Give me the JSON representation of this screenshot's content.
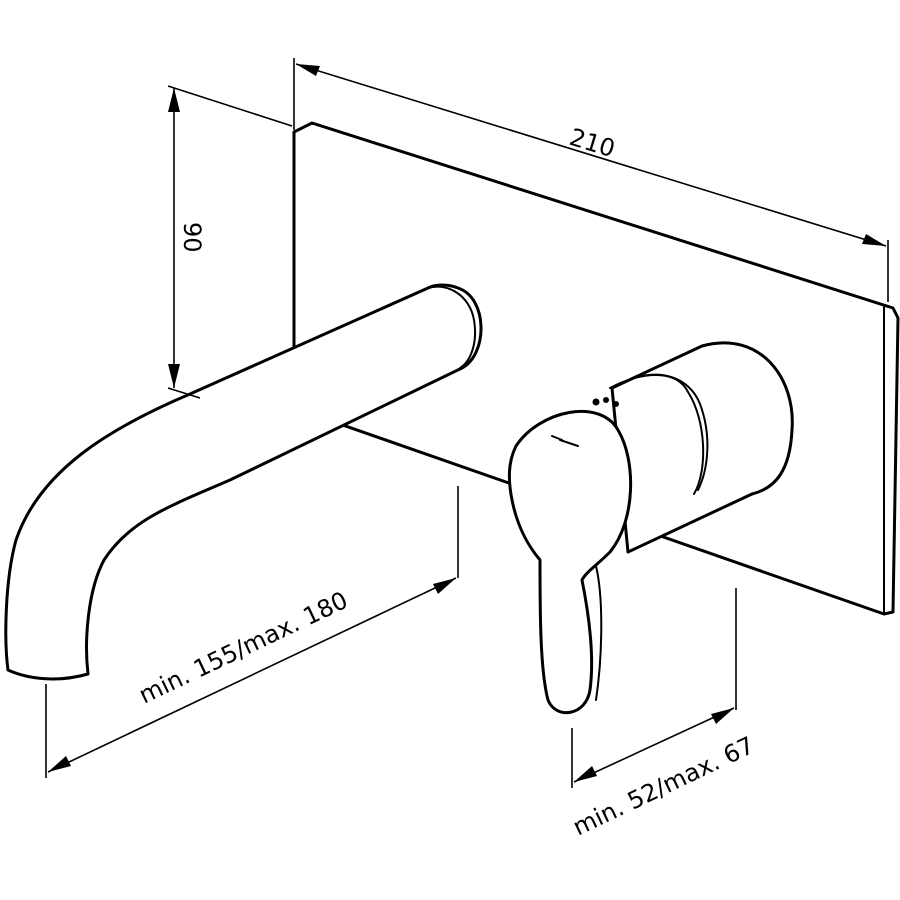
{
  "dimensions": {
    "width": "210",
    "height": "90",
    "spout_length": "min. 155/max. 180",
    "lever_depth": "min. 52/max. 67"
  },
  "colors": {
    "line": "#000000",
    "background": "#ffffff"
  }
}
